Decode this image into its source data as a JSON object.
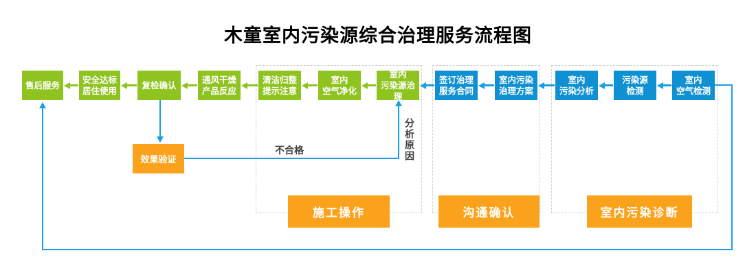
{
  "title": "木童室内污染源综合治理服务流程图",
  "flow_boxes": {
    "aftersales": "售后服务",
    "safe_use": "安全达标\n居住使用",
    "recheck": "复检确认",
    "ventilation": "通风干燥\n产品反应",
    "cleanup": "清洁归整\n提示注意",
    "purification": "室内\n空气净化",
    "treatment": "室内\n污染源治理",
    "contract": "签订治理\n服务合同",
    "plan": "室内污染\n治理方案",
    "analysis": "室内\n污染分析",
    "source_test": "污染源\n检测",
    "air_test": "室内\n空气检测",
    "verify": "效果验证"
  },
  "group_labels": {
    "construction": "施工操作",
    "communication": "沟通确认",
    "diagnosis": "室内污染诊断"
  },
  "edge_labels": {
    "fail": "不合格",
    "analyze_reason": "分析原因"
  },
  "colors": {
    "green": "#8fc31f",
    "blue": "#0e90d2",
    "orange": "#faa21b",
    "connector": "#1b9de3"
  }
}
